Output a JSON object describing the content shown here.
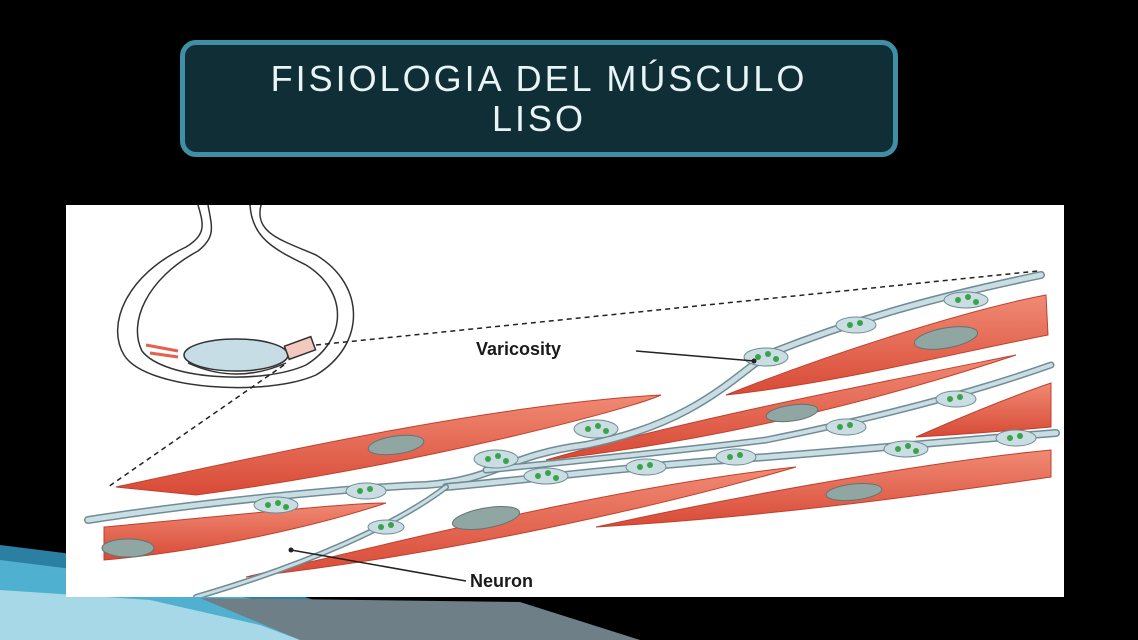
{
  "slide": {
    "title_line1": "FISIOLOGIA DEL MÚSCULO",
    "title_line2": "LISO"
  },
  "figure": {
    "label_varicosity": "Varicosity",
    "label_neuron": "Neuron"
  },
  "colors": {
    "background": "#000000",
    "title_box_fill": "#0f2e36",
    "title_box_border": "#3f90a6",
    "muscle_fill": "#e8604c",
    "nucleus_fill": "#8fa6a3",
    "neuron_fill": "#c9dde3",
    "vesicle_fill": "#3aa34a"
  }
}
